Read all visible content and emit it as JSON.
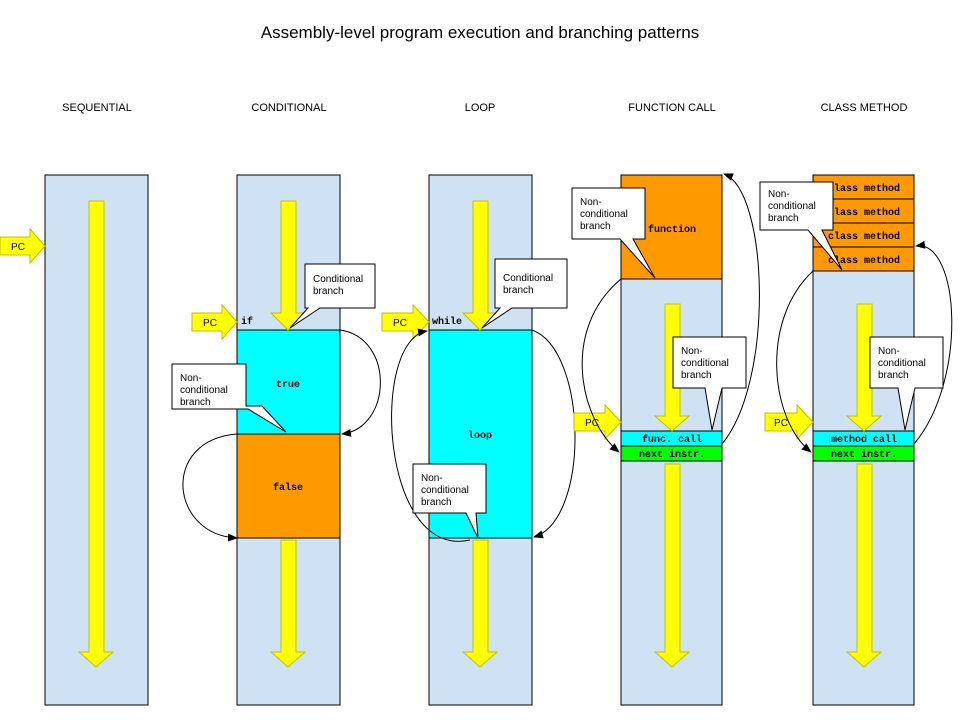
{
  "title": "Assembly-level program execution and branching patterns",
  "colors": {
    "column": "#cfe2f3",
    "column_border": "#000000",
    "arrow": "#ffff00",
    "arrow_border": "#bfbf00",
    "true_block": "#00ffff",
    "false_block": "#ff9900",
    "call_block": "#00ffff",
    "next_block": "#00ff00",
    "callout_fill": "#ffffff"
  },
  "columns": [
    {
      "header": "SEQUENTIAL",
      "pc": "PC"
    },
    {
      "header": "CONDITIONAL",
      "pc": "PC",
      "keyword": "if",
      "blocks": [
        "true",
        "false"
      ],
      "callouts": [
        "Conditional branch",
        "Non-conditional branch"
      ]
    },
    {
      "header": "LOOP",
      "pc": "PC",
      "keyword": "while",
      "blocks": [
        "loop"
      ],
      "callouts": [
        "Conditional branch",
        "Non-conditional branch"
      ]
    },
    {
      "header": "FUNCTION CALL",
      "pc": "PC",
      "blocks": [
        "function",
        "func. call",
        "next instr."
      ],
      "callouts": [
        "Non-conditional branch",
        "Non-conditional branch"
      ]
    },
    {
      "header": "CLASS METHOD",
      "pc": "PC",
      "blocks": [
        "class method",
        "class method",
        "class method",
        "class method",
        "method call",
        "next instr."
      ],
      "callouts": [
        "Non-conditional branch",
        "Non-conditional branch"
      ]
    }
  ]
}
